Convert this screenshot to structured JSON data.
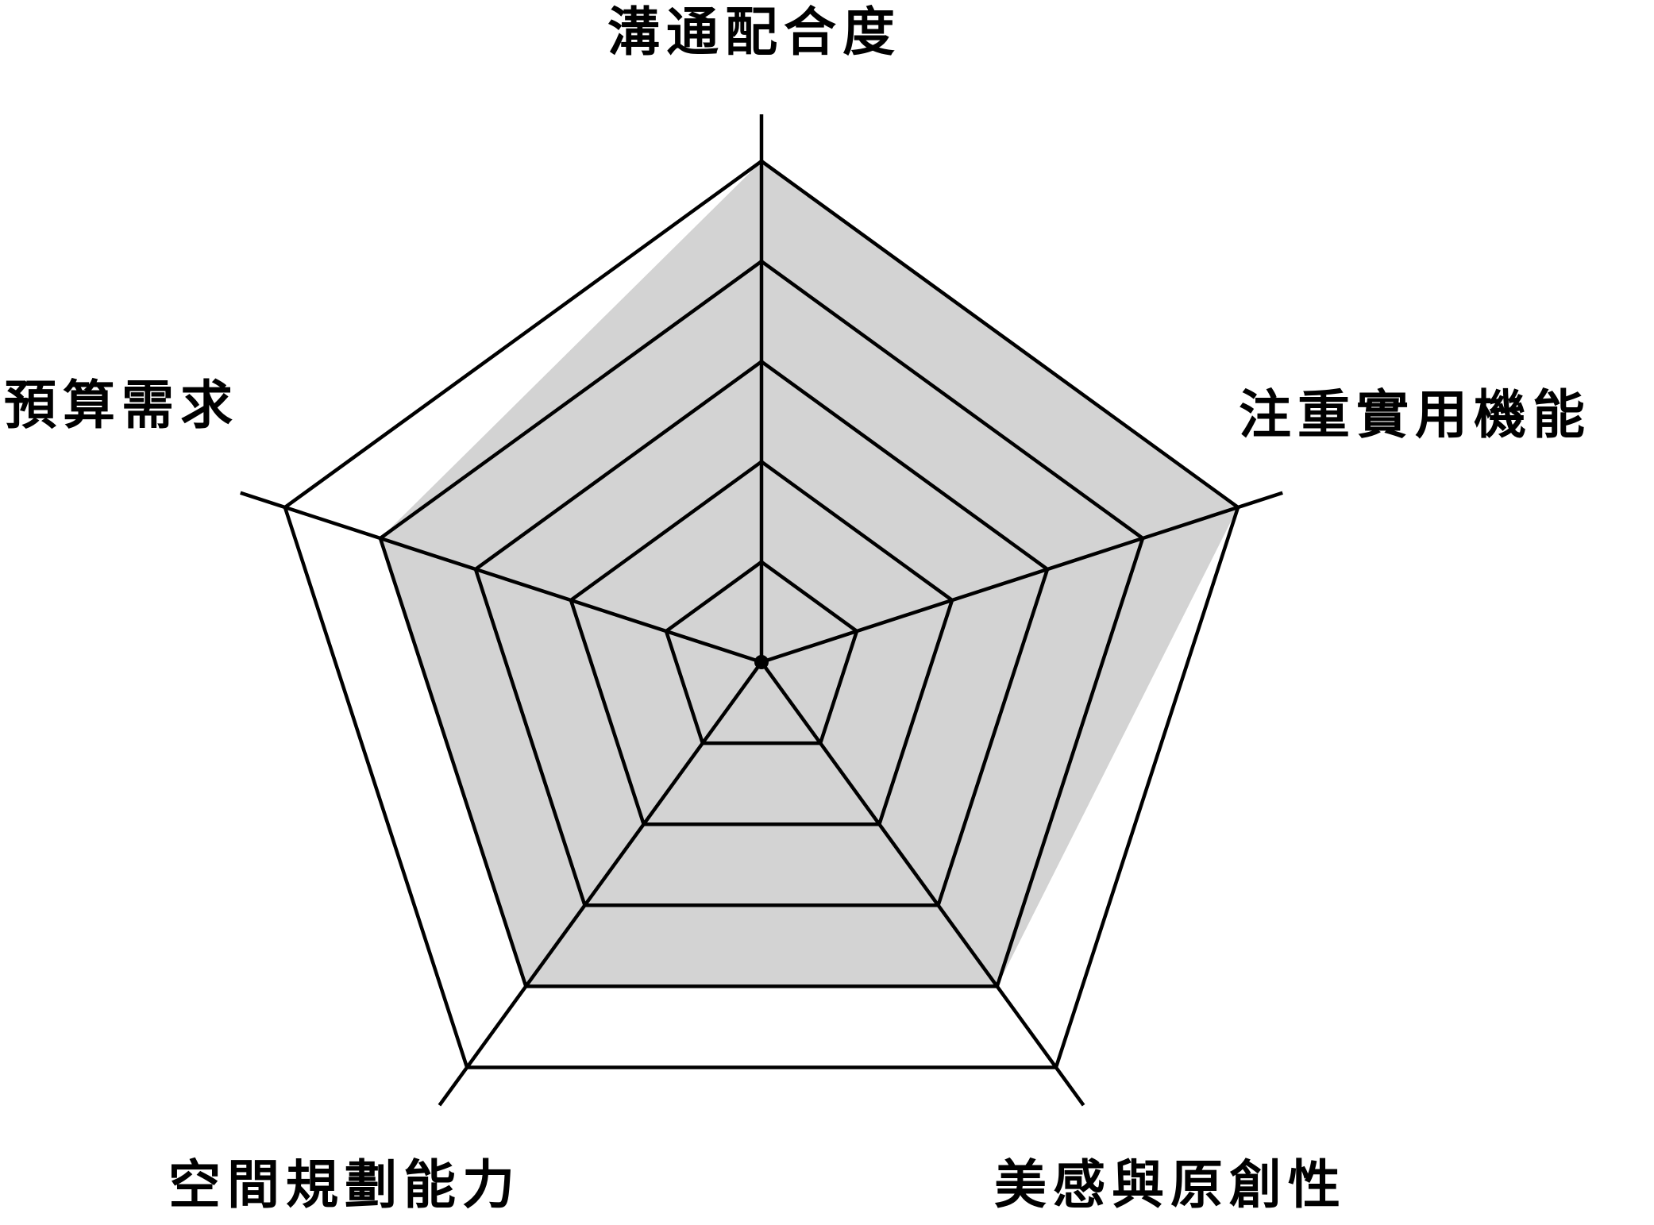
{
  "chart_data": {
    "type": "radar",
    "title": "",
    "axes": [
      "溝通配合度",
      "注重實用機能",
      "美感與原創性",
      "空間規劃能力",
      "預算需求"
    ],
    "series": [
      {
        "name": "",
        "values": [
          5,
          5,
          4,
          4,
          4
        ],
        "fill": "#d3d3d3",
        "stroke": "none"
      }
    ],
    "rlim": [
      0,
      5
    ],
    "rings": [
      1,
      2,
      3,
      4,
      5
    ],
    "grid": true,
    "legend": null,
    "colors": {
      "grid": "#000000",
      "fill": "#d3d3d3",
      "background": "#ffffff"
    }
  },
  "labels": {
    "top": "溝通配合度",
    "right": "注重實用機能",
    "bottom_right": "美感與原創性",
    "bottom_left": "空間規劃能力",
    "left": "預算需求"
  }
}
